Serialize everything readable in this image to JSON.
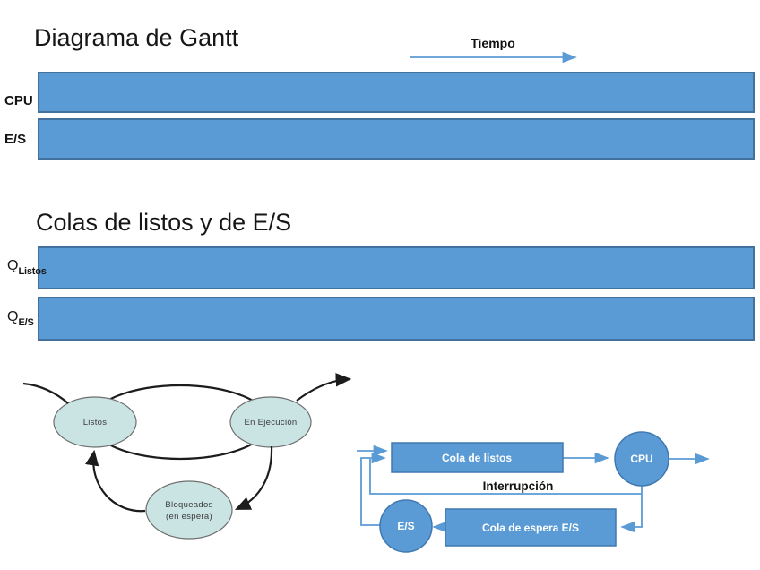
{
  "colors": {
    "bar_fill": "#5b9bd5",
    "bar_border": "#41719c",
    "connector_blue": "#5b9bd5",
    "flow_shape_fill": "#5b9bd5",
    "state_node_fill": "#c9e4e3",
    "state_node_border": "#6e6e6e",
    "arrow_black": "#1c1c1c",
    "text_dark": "#161616"
  },
  "gantt": {
    "title": "Diagrama de Gantt",
    "time_axis_label": "Tiempo",
    "rows": [
      {
        "label": "CPU"
      },
      {
        "label": "E/S"
      }
    ]
  },
  "queues": {
    "title": "Colas de listos y de E/S",
    "rows": [
      {
        "symbol": "Q",
        "subscript": "Listos"
      },
      {
        "symbol": "Q",
        "subscript": "E/S"
      }
    ]
  },
  "state_diagram": {
    "nodes": {
      "ready": {
        "label": "Listos"
      },
      "running": {
        "label": "En Ejecución"
      },
      "blocked": {
        "label_line1": "Bloqueados",
        "label_line2": "(en espera)"
      }
    }
  },
  "flow_diagram": {
    "ready_queue_label": "Cola de listos",
    "cpu_label": "CPU",
    "interrupt_label": "Interrupción",
    "io_device_label": "E/S",
    "io_wait_queue_label": "Cola de espera E/S"
  }
}
